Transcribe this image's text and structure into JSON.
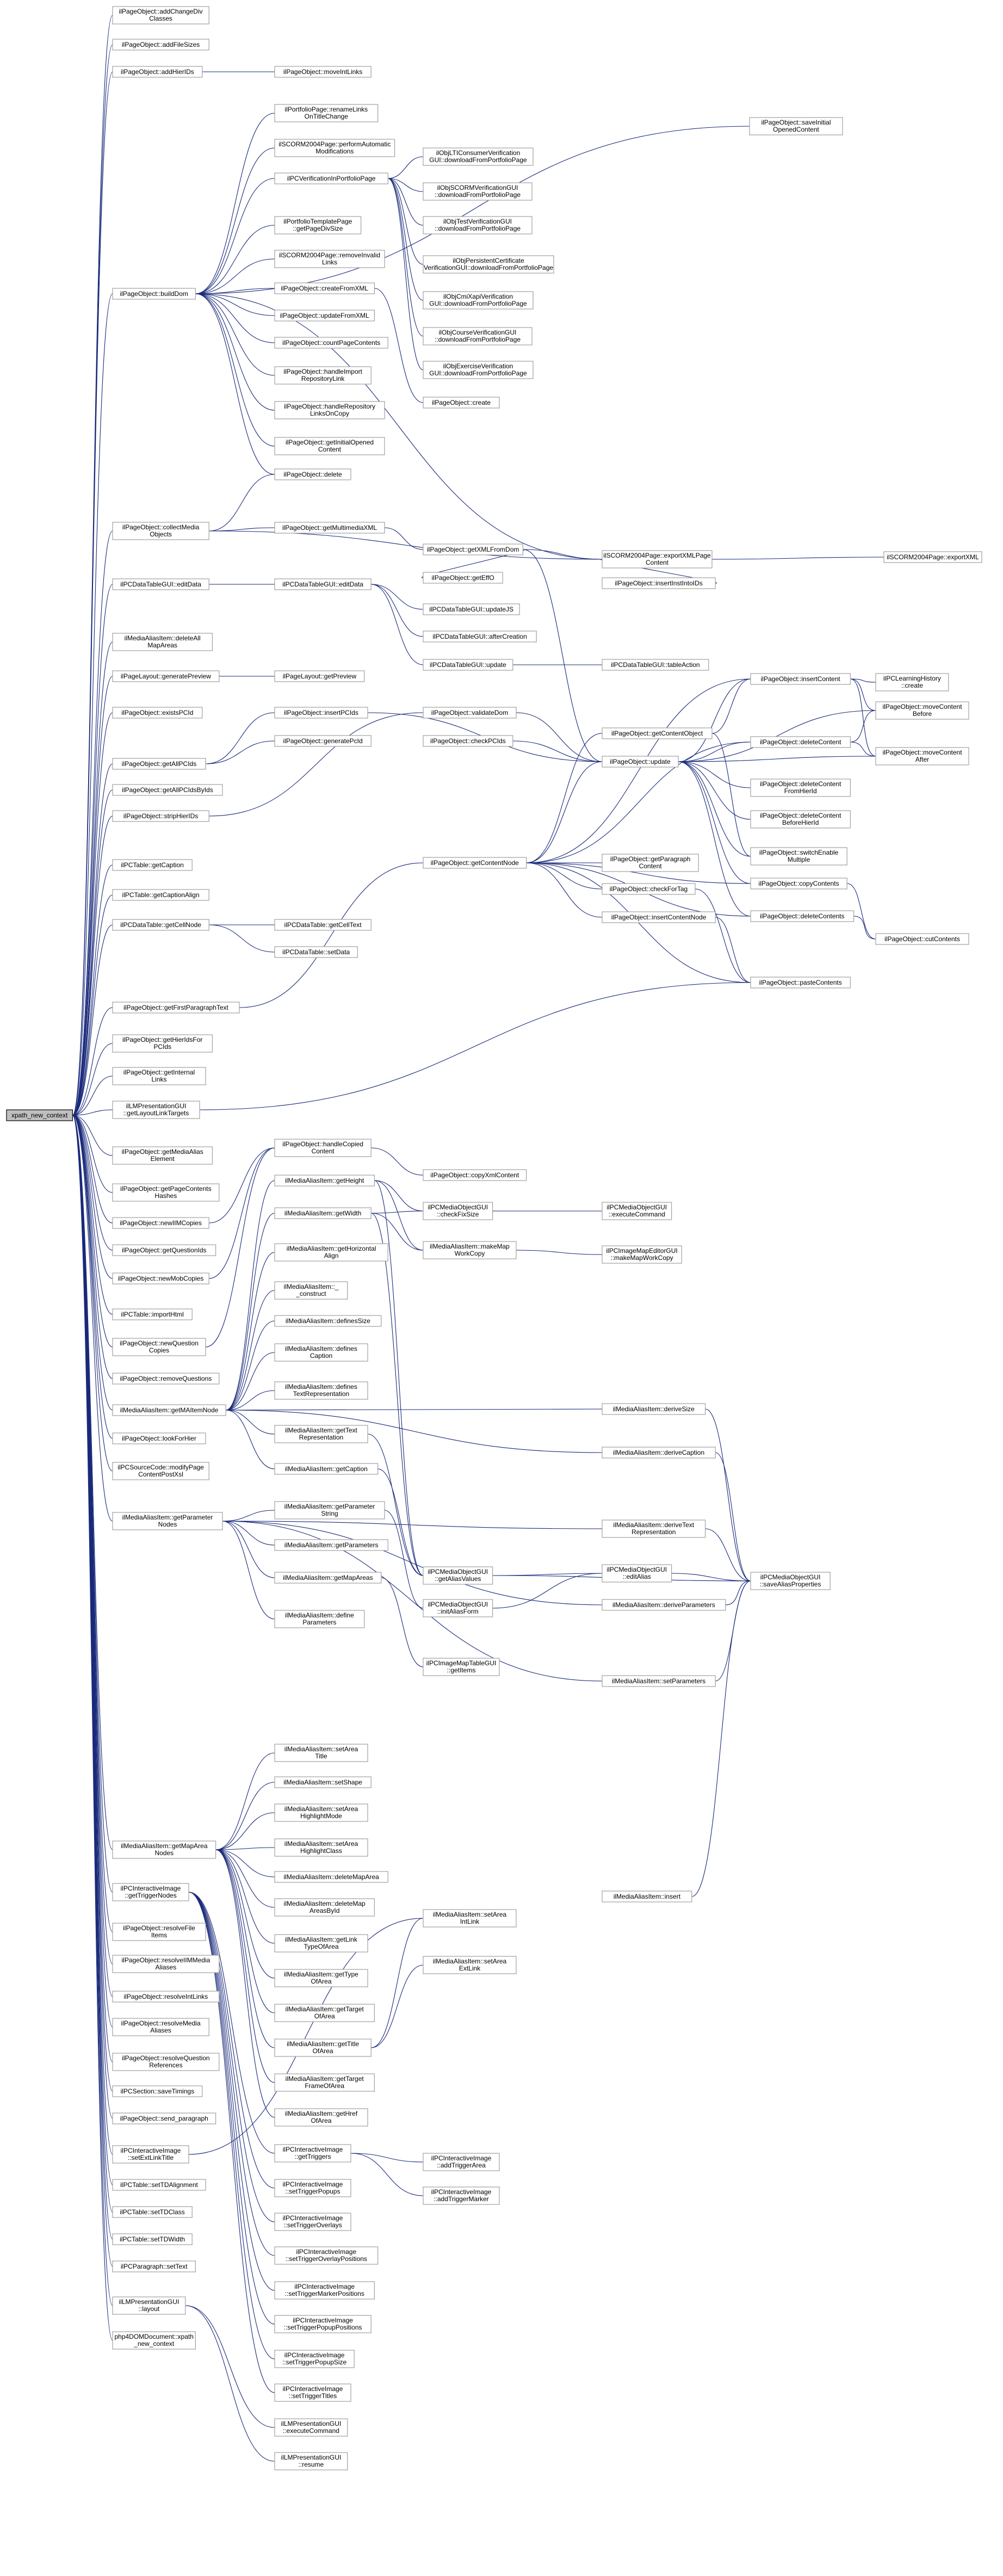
{
  "graph": {
    "root": "xpath_new_context",
    "nodes": [
      {
        "id": "root",
        "lines": [
          "xpath_new_context"
        ]
      },
      {
        "id": "a1",
        "lines": [
          "ilPageObject::addChangeDiv",
          "Classes"
        ]
      },
      {
        "id": "a2",
        "lines": [
          "ilPageObject::addFileSizes"
        ]
      },
      {
        "id": "a3",
        "lines": [
          "ilPageObject::addHierIDs"
        ]
      },
      {
        "id": "a4",
        "lines": [
          "ilPageObject::buildDom"
        ]
      },
      {
        "id": "a5",
        "lines": [
          "ilPageObject::collectMedia",
          "Objects"
        ]
      },
      {
        "id": "a6",
        "lines": [
          "ilPCDataTableGUI::editData"
        ]
      },
      {
        "id": "a7",
        "lines": [
          "ilMediaAliasItem::deleteAll",
          "MapAreas"
        ]
      },
      {
        "id": "a8",
        "lines": [
          "ilPageLayout::generatePreview"
        ]
      },
      {
        "id": "a9",
        "lines": [
          "ilPageObject::existsPCId"
        ]
      },
      {
        "id": "a10",
        "lines": [
          "ilPageObject::getAllPCIds"
        ]
      },
      {
        "id": "a11",
        "lines": [
          "ilPageObject::getAllPCIdsByIds"
        ]
      },
      {
        "id": "a12",
        "lines": [
          "ilPageObject::stripHierIDs"
        ]
      },
      {
        "id": "a13",
        "lines": [
          "ilPCTable::getCaption"
        ]
      },
      {
        "id": "a14",
        "lines": [
          "ilPCTable::getCaptionAlign"
        ]
      },
      {
        "id": "a15",
        "lines": [
          "ilPCDataTable::getCellNode"
        ]
      },
      {
        "id": "a16",
        "lines": [
          "ilPageObject::getFirstParagraphText"
        ]
      },
      {
        "id": "a17",
        "lines": [
          "ilPageObject::getHierIdsFor",
          "PCIds"
        ]
      },
      {
        "id": "a18",
        "lines": [
          "ilPageObject::getInternal",
          "Links"
        ]
      },
      {
        "id": "a19",
        "lines": [
          "ilLMPresentationGUI",
          "::getLayoutLinkTargets"
        ]
      },
      {
        "id": "a20",
        "lines": [
          "ilPageObject::getMediaAlias",
          "Element"
        ]
      },
      {
        "id": "a21",
        "lines": [
          "ilPageObject::getPageContents",
          "Hashes"
        ]
      },
      {
        "id": "a22",
        "lines": [
          "ilPageObject::newIIMCopies"
        ]
      },
      {
        "id": "a23",
        "lines": [
          "ilPageObject::getQuestionIds"
        ]
      },
      {
        "id": "a24",
        "lines": [
          "ilPageObject::newMobCopies"
        ]
      },
      {
        "id": "a25",
        "lines": [
          "ilPCTable::importHtml"
        ]
      },
      {
        "id": "a26",
        "lines": [
          "ilPageObject::newQuestion",
          "Copies"
        ]
      },
      {
        "id": "a27",
        "lines": [
          "ilPageObject::removeQuestions"
        ]
      },
      {
        "id": "a28",
        "lines": [
          "ilMediaAliasItem::getMAItemNode"
        ]
      },
      {
        "id": "a29",
        "lines": [
          "ilPageObject::lookForHier"
        ]
      },
      {
        "id": "a30",
        "lines": [
          "ilPCSourceCode::modifyPage",
          "ContentPostXsl"
        ]
      },
      {
        "id": "a31",
        "lines": [
          "ilMediaAliasItem::getParameter",
          "Nodes"
        ]
      },
      {
        "id": "a32",
        "lines": [
          "ilMediaAliasItem::getMapArea",
          "Nodes"
        ]
      },
      {
        "id": "a33",
        "lines": [
          "ilPCInteractiveImage",
          "::getTriggerNodes"
        ]
      },
      {
        "id": "a34",
        "lines": [
          "ilPageObject::resolveFile",
          "Items"
        ]
      },
      {
        "id": "a35",
        "lines": [
          "ilPageObject::resolveIIMMedia",
          "Aliases"
        ]
      },
      {
        "id": "a36",
        "lines": [
          "ilPageObject::resolveIntLinks"
        ]
      },
      {
        "id": "a37",
        "lines": [
          "ilPageObject::resolveMedia",
          "Aliases"
        ]
      },
      {
        "id": "a38",
        "lines": [
          "ilPageObject::resolveQuestion",
          "References"
        ]
      },
      {
        "id": "a39",
        "lines": [
          "ilPCSection::saveTimings"
        ]
      },
      {
        "id": "a40",
        "lines": [
          "ilPageObject::send_paragraph"
        ]
      },
      {
        "id": "a41",
        "lines": [
          "ilPCInteractiveImage",
          "::setExtLinkTitle"
        ]
      },
      {
        "id": "a42",
        "lines": [
          "ilPCTable::setTDAlignment"
        ]
      },
      {
        "id": "a43",
        "lines": [
          "ilPCTable::setTDClass"
        ]
      },
      {
        "id": "a44",
        "lines": [
          "ilPCTable::setTDWidth"
        ]
      },
      {
        "id": "a45",
        "lines": [
          "ilPCParagraph::setText"
        ]
      },
      {
        "id": "a46",
        "lines": [
          "ilLMPresentationGUI",
          "::layout"
        ]
      },
      {
        "id": "a47",
        "lines": [
          "php4DOMDocument::xpath",
          "_new_context"
        ]
      },
      {
        "id": "b1",
        "lines": [
          "ilPageObject::moveIntLinks"
        ]
      },
      {
        "id": "b2",
        "lines": [
          "ilPortfolioPage::renameLinks",
          "OnTitleChange"
        ]
      },
      {
        "id": "b3",
        "lines": [
          "ilSCORM2004Page::performAutomatic",
          "Modifications"
        ]
      },
      {
        "id": "b4",
        "lines": [
          "ilPCVerificationInPortfolioPage"
        ]
      },
      {
        "id": "b5",
        "lines": [
          "ilPortfolioTemplatePage",
          "::getPageDivSize"
        ]
      },
      {
        "id": "b6",
        "lines": [
          "ilSCORM2004Page::removeInvalid",
          "Links"
        ]
      },
      {
        "id": "b7",
        "lines": [
          "ilPageObject::createFromXML"
        ]
      },
      {
        "id": "b8",
        "lines": [
          "ilPageObject::updateFromXML"
        ]
      },
      {
        "id": "b9",
        "lines": [
          "ilPageObject::countPageContents"
        ]
      },
      {
        "id": "b10",
        "lines": [
          "ilPageObject::handleImport",
          "RepositoryLink"
        ]
      },
      {
        "id": "b11",
        "lines": [
          "ilPageObject::handleRepository",
          "LinksOnCopy"
        ]
      },
      {
        "id": "b12",
        "lines": [
          "ilPageObject::getInitialOpened",
          "Content"
        ]
      },
      {
        "id": "b13",
        "lines": [
          "ilPageObject::delete"
        ]
      },
      {
        "id": "b14",
        "lines": [
          "ilPageObject::getMultimediaXML"
        ]
      },
      {
        "id": "b15",
        "lines": [
          "ilPCDataTableGUI::editData"
        ]
      },
      {
        "id": "b16",
        "lines": [
          "ilPageLayout::getPreview"
        ]
      },
      {
        "id": "b17",
        "lines": [
          "ilPageObject::insertPCIds"
        ]
      },
      {
        "id": "b18",
        "lines": [
          "ilPageObject::generatePcId"
        ]
      },
      {
        "id": "b19",
        "lines": [
          "ilPCDataTable::getCellText"
        ]
      },
      {
        "id": "b20",
        "lines": [
          "ilPCDataTable::setData"
        ]
      },
      {
        "id": "b21",
        "lines": [
          "ilPageObject::handleCopied",
          "Content"
        ]
      },
      {
        "id": "b22",
        "lines": [
          "ilMediaAliasItem::getHeight"
        ]
      },
      {
        "id": "b23",
        "lines": [
          "ilMediaAliasItem::getWidth"
        ]
      },
      {
        "id": "b24",
        "lines": [
          "ilMediaAliasItem::getHorizontal",
          "Align"
        ]
      },
      {
        "id": "b25",
        "lines": [
          "ilMediaAliasItem::_",
          "_construct"
        ]
      },
      {
        "id": "b26",
        "lines": [
          "ilMediaAliasItem::definesSize"
        ]
      },
      {
        "id": "b27",
        "lines": [
          "ilMediaAliasItem::defines",
          "Caption"
        ]
      },
      {
        "id": "b28",
        "lines": [
          "ilMediaAliasItem::defines",
          "TextRepresentation"
        ]
      },
      {
        "id": "b29",
        "lines": [
          "ilMediaAliasItem::getText",
          "Representation"
        ]
      },
      {
        "id": "b30",
        "lines": [
          "ilMediaAliasItem::getCaption"
        ]
      },
      {
        "id": "b31",
        "lines": [
          "ilMediaAliasItem::getParameter",
          "String"
        ]
      },
      {
        "id": "b32",
        "lines": [
          "ilMediaAliasItem::getParameters"
        ]
      },
      {
        "id": "b33",
        "lines": [
          "ilMediaAliasItem::getMapAreas"
        ]
      },
      {
        "id": "b34",
        "lines": [
          "ilMediaAliasItem::define",
          "Parameters"
        ]
      },
      {
        "id": "b35",
        "lines": [
          "ilMediaAliasItem::setArea",
          "Title"
        ]
      },
      {
        "id": "b36",
        "lines": [
          "ilMediaAliasItem::setShape"
        ]
      },
      {
        "id": "b37",
        "lines": [
          "ilMediaAliasItem::setArea",
          "HighlightMode"
        ]
      },
      {
        "id": "b38",
        "lines": [
          "ilMediaAliasItem::setArea",
          "HighlightClass"
        ]
      },
      {
        "id": "b39",
        "lines": [
          "ilMediaAliasItem::deleteMapArea"
        ]
      },
      {
        "id": "b40",
        "lines": [
          "ilMediaAliasItem::deleteMap",
          "AreasById"
        ]
      },
      {
        "id": "b41",
        "lines": [
          "ilMediaAliasItem::getLink",
          "TypeOfArea"
        ]
      },
      {
        "id": "b42",
        "lines": [
          "ilMediaAliasItem::getType",
          "OfArea"
        ]
      },
      {
        "id": "b43",
        "lines": [
          "ilMediaAliasItem::getTarget",
          "OfArea"
        ]
      },
      {
        "id": "b44",
        "lines": [
          "ilMediaAliasItem::getTitle",
          "OfArea"
        ]
      },
      {
        "id": "b45",
        "lines": [
          "ilMediaAliasItem::getTarget",
          "FrameOfArea"
        ]
      },
      {
        "id": "b46",
        "lines": [
          "ilMediaAliasItem::getHref",
          "OfArea"
        ]
      },
      {
        "id": "b47",
        "lines": [
          "ilPCInteractiveImage",
          "::getTriggers"
        ]
      },
      {
        "id": "b48",
        "lines": [
          "ilPCInteractiveImage",
          "::setTriggerPopups"
        ]
      },
      {
        "id": "b49",
        "lines": [
          "ilPCInteractiveImage",
          "::setTriggerOverlays"
        ]
      },
      {
        "id": "b50",
        "lines": [
          "ilPCInteractiveImage",
          "::setTriggerOverlayPositions"
        ]
      },
      {
        "id": "b51",
        "lines": [
          "ilPCInteractiveImage",
          "::setTriggerMarkerPositions"
        ]
      },
      {
        "id": "b52",
        "lines": [
          "ilPCInteractiveImage",
          "::setTriggerPopupPositions"
        ]
      },
      {
        "id": "b53",
        "lines": [
          "ilPCInteractiveImage",
          "::setTriggerPopupSize"
        ]
      },
      {
        "id": "b54",
        "lines": [
          "ilPCInteractiveImage",
          "::setTriggerTitles"
        ]
      },
      {
        "id": "b55",
        "lines": [
          "ilLMPresentationGUI",
          "::executeCommand"
        ]
      },
      {
        "id": "b56",
        "lines": [
          "ilLMPresentationGUI",
          "::resume"
        ]
      },
      {
        "id": "c1",
        "lines": [
          "ilObjLTIConsumerVerification",
          "GUI::downloadFromPortfolioPage"
        ]
      },
      {
        "id": "c2",
        "lines": [
          "ilObjSCORMVerificationGUI",
          "::downloadFromPortfolioPage"
        ]
      },
      {
        "id": "c3",
        "lines": [
          "ilObjTestVerificationGUI",
          "::downloadFromPortfolioPage"
        ]
      },
      {
        "id": "c4",
        "lines": [
          "ilObjPersistentCertificate",
          "VerificationGUI::downloadFromPortfolioPage"
        ]
      },
      {
        "id": "c5",
        "lines": [
          "ilObjCmiXapiVerification",
          "GUI::downloadFromPortfolioPage"
        ]
      },
      {
        "id": "c6",
        "lines": [
          "ilObjCourseVerificationGUI",
          "::downloadFromPortfolioPage"
        ]
      },
      {
        "id": "c7",
        "lines": [
          "ilObjExerciseVerification",
          "GUI::downloadFromPortfolioPage"
        ]
      },
      {
        "id": "c8",
        "lines": [
          "ilPageObject::create"
        ]
      },
      {
        "id": "c9",
        "lines": [
          "ilPageObject::getXMLFromDom"
        ]
      },
      {
        "id": "c10",
        "lines": [
          "ilPageObject::getEffO"
        ]
      },
      {
        "id": "c11",
        "lines": [
          "ilPCDataTableGUI::updateJS"
        ]
      },
      {
        "id": "c12",
        "lines": [
          "ilPCDataTableGUI::afterCreation"
        ]
      },
      {
        "id": "c13",
        "lines": [
          "ilPCDataTableGUI::update"
        ]
      },
      {
        "id": "c14",
        "lines": [
          "ilPageObject::validateDom"
        ]
      },
      {
        "id": "c15",
        "lines": [
          "ilPageObject::checkPCIds"
        ]
      },
      {
        "id": "c16",
        "lines": [
          "ilPageObject::getContentNode"
        ]
      },
      {
        "id": "c17",
        "lines": [
          "ilPageObject::copyXmlContent"
        ]
      },
      {
        "id": "c18",
        "lines": [
          "ilPCMediaObjectGUI",
          "::checkFixSize"
        ]
      },
      {
        "id": "c19",
        "lines": [
          "ilMediaAliasItem::makeMap",
          "WorkCopy"
        ]
      },
      {
        "id": "c20",
        "lines": [
          "ilPCMediaObjectGUI",
          "::getAliasValues"
        ]
      },
      {
        "id": "c21",
        "lines": [
          "ilPCMediaObjectGUI",
          "::initAliasForm"
        ]
      },
      {
        "id": "c22",
        "lines": [
          "ilPCImageMapTableGUI",
          "::getItems"
        ]
      },
      {
        "id": "c23",
        "lines": [
          "ilMediaAliasItem::setArea",
          "IntLink"
        ]
      },
      {
        "id": "c24",
        "lines": [
          "ilMediaAliasItem::setArea",
          "ExtLink"
        ]
      },
      {
        "id": "c25",
        "lines": [
          "ilPCInteractiveImage",
          "::addTriggerArea"
        ]
      },
      {
        "id": "c26",
        "lines": [
          "ilPCInteractiveImage",
          "::addTriggerMarker"
        ]
      },
      {
        "id": "d1",
        "lines": [
          "ilPageObject::saveInitial",
          "OpenedContent"
        ]
      },
      {
        "id": "d2",
        "lines": [
          "ilSCORM2004Page::exportXMLPage",
          "Content"
        ]
      },
      {
        "id": "d3",
        "lines": [
          "ilSCORM2004Page::exportXML"
        ]
      },
      {
        "id": "d4",
        "lines": [
          "ilPageObject::insertInstIntoIDs"
        ]
      },
      {
        "id": "d5",
        "lines": [
          "ilPCDataTableGUI::tableAction"
        ]
      },
      {
        "id": "d6",
        "lines": [
          "ilPageObject::getContentObject"
        ]
      },
      {
        "id": "d7",
        "lines": [
          "ilPageObject::update"
        ]
      },
      {
        "id": "d8",
        "lines": [
          "ilPageObject::getParagraph",
          "Content"
        ]
      },
      {
        "id": "d9",
        "lines": [
          "ilPageObject::checkForTag"
        ]
      },
      {
        "id": "d10",
        "lines": [
          "ilPageObject::insertContentNode"
        ]
      },
      {
        "id": "d11",
        "lines": [
          "ilPCMediaObjectGUI",
          "::executeCommand"
        ]
      },
      {
        "id": "d12",
        "lines": [
          "ilPCImageMapEditorGUI",
          "::makeMapWorkCopy"
        ]
      },
      {
        "id": "d13",
        "lines": [
          "ilPCMediaObjectGUI",
          "::editAlias"
        ]
      },
      {
        "id": "e1",
        "lines": [
          "ilMediaAliasItem::deriveSize"
        ]
      },
      {
        "id": "e2",
        "lines": [
          "ilMediaAliasItem::deriveCaption"
        ]
      },
      {
        "id": "e3",
        "lines": [
          "ilMediaAliasItem::deriveText",
          "Representation"
        ]
      },
      {
        "id": "e4",
        "lines": [
          "ilMediaAliasItem::deriveParameters"
        ]
      },
      {
        "id": "e5",
        "lines": [
          "ilMediaAliasItem::setParameters"
        ]
      },
      {
        "id": "e6",
        "lines": [
          "ilMediaAliasItem::insert"
        ]
      },
      {
        "id": "f1",
        "lines": [
          "ilPageObject::insertContent"
        ]
      },
      {
        "id": "f2",
        "lines": [
          "ilPageObject::deleteContent"
        ]
      },
      {
        "id": "f3",
        "lines": [
          "ilPageObject::deleteContent",
          "FromHierId"
        ]
      },
      {
        "id": "f4",
        "lines": [
          "ilPageObject::deleteContent",
          "BeforeHierId"
        ]
      },
      {
        "id": "f5",
        "lines": [
          "ilPageObject::switchEnable",
          "Multiple"
        ]
      },
      {
        "id": "f6",
        "lines": [
          "ilPageObject::copyContents"
        ]
      },
      {
        "id": "f7",
        "lines": [
          "ilPageObject::deleteContents"
        ]
      },
      {
        "id": "f8",
        "lines": [
          "ilPageObject::pasteContents"
        ]
      },
      {
        "id": "f9",
        "lines": [
          "ilPCMediaObjectGUI",
          "::saveAliasProperties"
        ]
      },
      {
        "id": "g1",
        "lines": [
          "ilPCLearningHistory",
          "::create"
        ]
      },
      {
        "id": "g2",
        "lines": [
          "ilPageObject::moveContent",
          "Before"
        ]
      },
      {
        "id": "g3",
        "lines": [
          "ilPageObject::moveContent",
          "After"
        ]
      },
      {
        "id": "g4",
        "lines": [
          "ilPageObject::cutContents"
        ]
      }
    ]
  }
}
